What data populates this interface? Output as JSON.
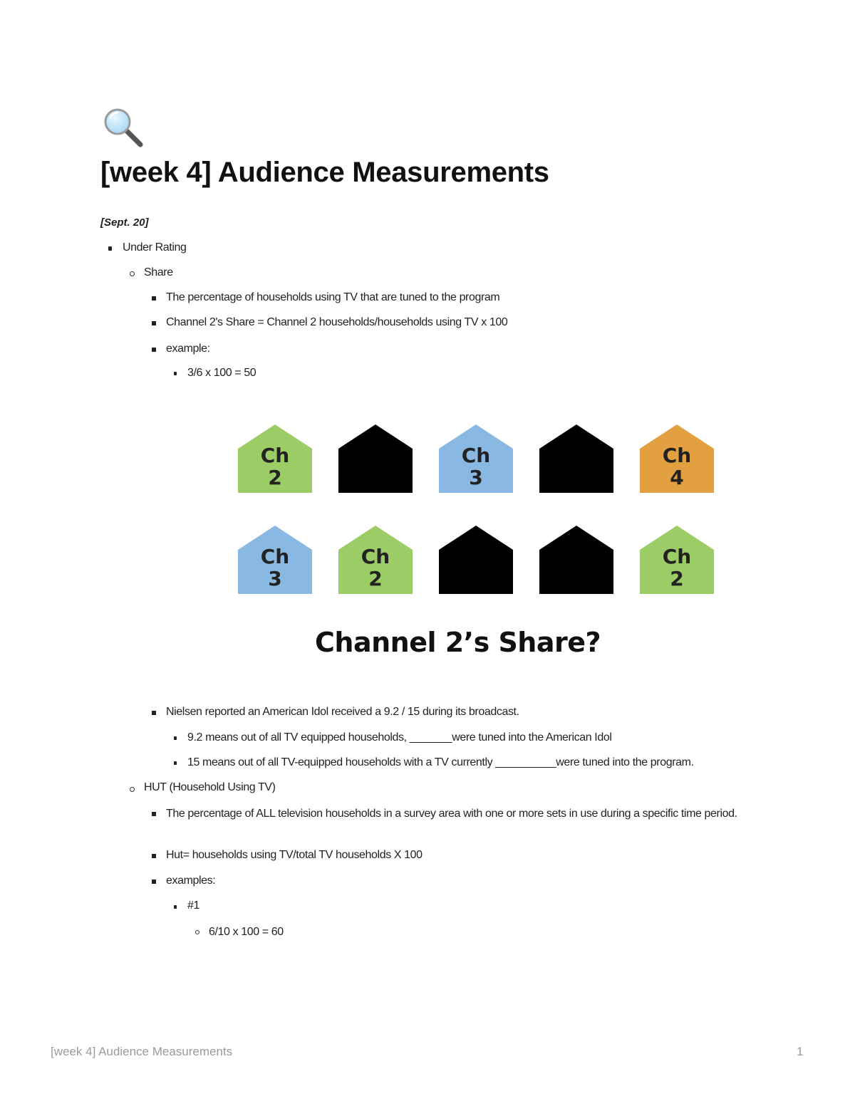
{
  "page": {
    "icon": "magnifying-glass-icon",
    "title": "[week 4] Audience Measurements",
    "date": "[Sept. 20]"
  },
  "outline": {
    "under_rating": "Under Rating",
    "share": {
      "label": "Share",
      "definition": "The percentage of households using TV  that are tuned to the program",
      "formula": "Channel 2's Share = Channel 2 households/households using TV  x  100",
      "example_label": "example:",
      "example_calc": "3/6 x 100 = 50"
    },
    "nielsen": {
      "text": "Nielsen reported an American Idol received a 9.2 / 15 during its broadcast.",
      "point_1": "9.2 means out of all TV equipped households, _______were tuned into the American Idol",
      "point_2": "15 means out of all TV-equipped households with a TV currently __________were tuned into the program."
    },
    "hut": {
      "label": "HUT (Household Using TV)",
      "definition": "The percentage of ALL television households in a survey area with one or more sets in use during a specific time period.",
      "formula": "Hut= households using TV/total TV households X  100",
      "examples_label": "examples:",
      "example_1_label": "#1",
      "example_1_calc": "6/10 x 100 = 60"
    }
  },
  "figure": {
    "caption": "Channel 2’s Share?",
    "colors": {
      "ch2": "#9ccc65",
      "ch3": "#89b8e2",
      "ch4": "#e2a040",
      "off": "#000000",
      "text": "#222222"
    },
    "rows": [
      [
        {
          "label": "Ch",
          "num": "2",
          "color": "#9ccc65"
        },
        {
          "label": "",
          "num": "",
          "color": "#000000"
        },
        {
          "label": "Ch",
          "num": "3",
          "color": "#89b8e2"
        },
        {
          "label": "",
          "num": "",
          "color": "#000000"
        },
        {
          "label": "Ch",
          "num": "4",
          "color": "#e2a040"
        }
      ],
      [
        {
          "label": "Ch",
          "num": "3",
          "color": "#89b8e2"
        },
        {
          "label": "Ch",
          "num": "2",
          "color": "#9ccc65"
        },
        {
          "label": "",
          "num": "",
          "color": "#000000"
        },
        {
          "label": "",
          "num": "",
          "color": "#000000"
        },
        {
          "label": "Ch",
          "num": "2",
          "color": "#9ccc65"
        }
      ]
    ]
  },
  "footer": {
    "title": "[week 4] Audience Measurements",
    "page_number": "1"
  }
}
